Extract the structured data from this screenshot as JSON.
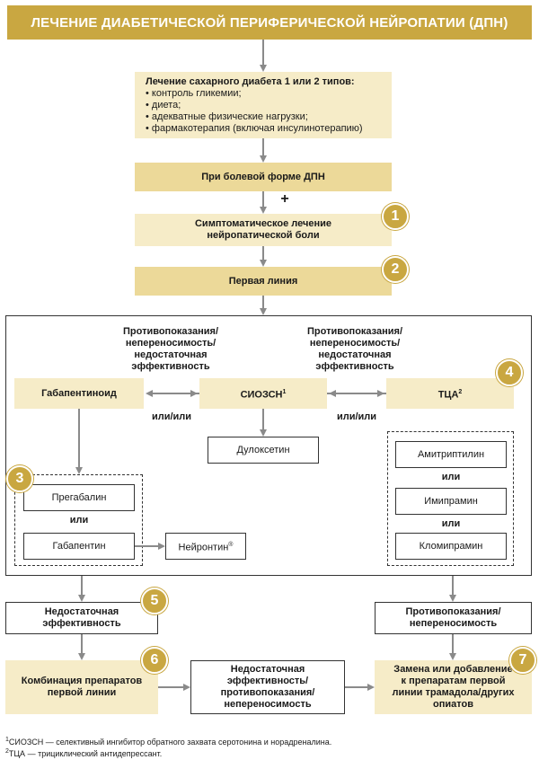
{
  "title": "ЛЕЧЕНИЕ ДИАБЕТИЧЕСКОЙ ПЕРИФЕРИЧЕСКОЙ НЕЙРОПАТИИ (ДПН)",
  "diabetes": {
    "heading": "Лечение сахарного диабета 1 или 2 типов:",
    "items": [
      "контроль гликемии;",
      "диета;",
      "адекватные физические нагрузки;",
      "фармакотерапия (включая инсулинотерапию)"
    ]
  },
  "pain_form": "При болевой форме ДПН",
  "plus": "+",
  "symptomatic": {
    "line1": "Симптоматическое лечение",
    "line2": "нейропатической боли"
  },
  "first_line": "Первая линия",
  "contra_left": {
    "l1": "Противопоказания/",
    "l2": "непереносимость/",
    "l3": "недостаточная",
    "l4": "эффективность"
  },
  "contra_right": {
    "l1": "Противопоказания/",
    "l2": "непереносимость/",
    "l3": "недостаточная",
    "l4": "эффективность"
  },
  "gabapentinoid": "Габапентиноид",
  "siozsn": "СИОЗСН",
  "siozsn_sup": "1",
  "tca": "ТЦА",
  "tca_sup": "2",
  "or_or_left": "или/или",
  "or_or_right": "или/или",
  "duloxetine": "Дулоксетин",
  "pregabalin": "Прегабалин",
  "or_left": "или",
  "gabapentin": "Габапентин",
  "neurontin": "Нейронтин",
  "neurontin_mark": "®",
  "amitriptyline": "Амитриптилин",
  "or_r1": "или",
  "imipramine": "Имипрамин",
  "or_r2": "или",
  "clomipramine": "Кломипрамин",
  "insufficient": {
    "l1": "Недостаточная",
    "l2": "эффективность"
  },
  "contra_bottom": {
    "l1": "Противопоказания/",
    "l2": "непереносимость"
  },
  "combination": {
    "l1": "Комбинация препаратов",
    "l2": "первой линии"
  },
  "middle_bottom": {
    "l1": "Недостаточная",
    "l2": "эффективность/",
    "l3": "противопоказания/",
    "l4": "непереносимость"
  },
  "replace": {
    "l1": "Замена или добавление",
    "l2": "к препаратам первой",
    "l3": "линии трамадола/других",
    "l4": "опиатов"
  },
  "badges": [
    "1",
    "2",
    "3",
    "4",
    "5",
    "6",
    "7"
  ],
  "footnotes": {
    "f1_sup": "1",
    "f1": "СИОЗСН — селективный ингибитор обратного захвата серотонина и норадреналина.",
    "f2_sup": "2",
    "f2": "ТЦА — трициклический антидепрессант."
  },
  "colors": {
    "gold": "#c9a741",
    "light": "#f6ecc8",
    "mid": "#ecd999",
    "arrow": "#8a8a8a"
  }
}
